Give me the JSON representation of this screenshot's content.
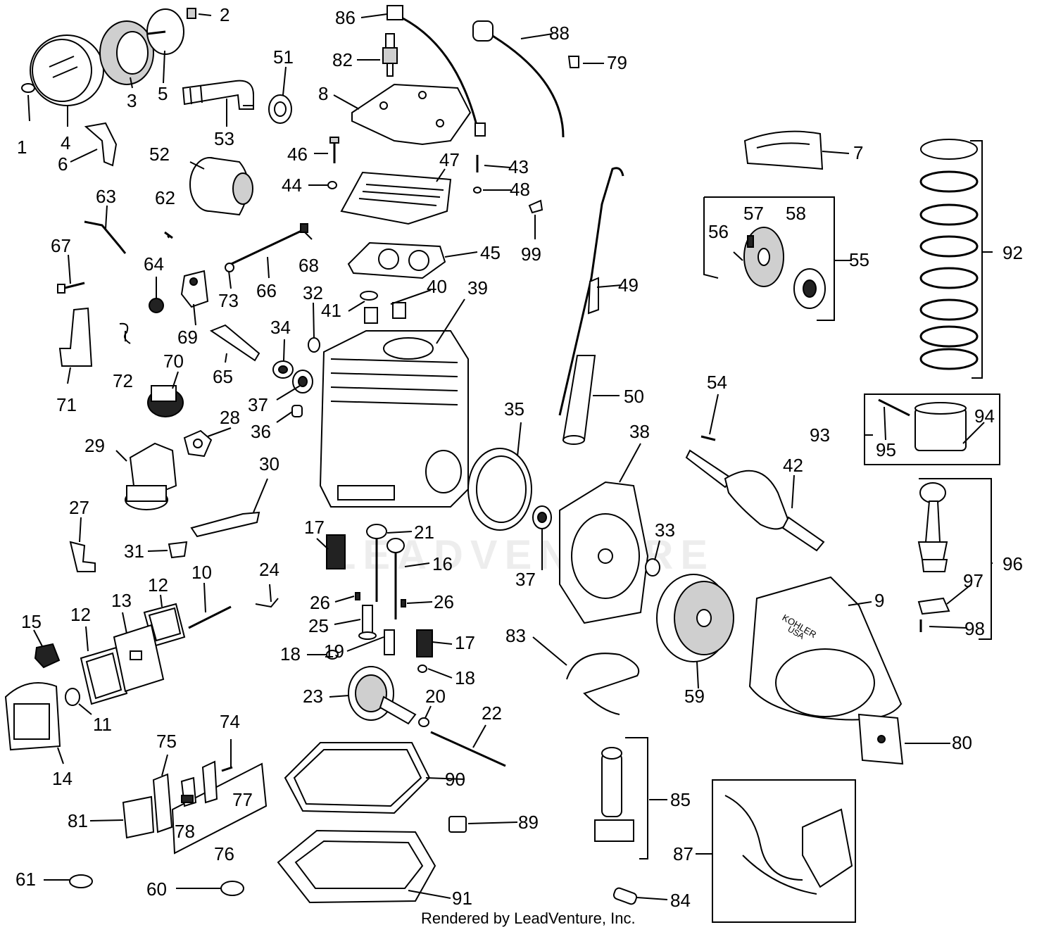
{
  "credit": "Rendered by LeadVenture, Inc.",
  "watermark": "LEADVENTURE",
  "brand_marking": [
    "KOHLER",
    "USA"
  ],
  "callouts": [
    "1",
    "2",
    "3",
    "4",
    "5",
    "6",
    "7",
    "8",
    "9",
    "10",
    "11",
    "12",
    "12",
    "13",
    "14",
    "15",
    "16",
    "17",
    "17",
    "18",
    "18",
    "19",
    "20",
    "21",
    "22",
    "23",
    "24",
    "25",
    "26",
    "26",
    "27",
    "28",
    "29",
    "30",
    "31",
    "32",
    "33",
    "34",
    "35",
    "36",
    "37",
    "37",
    "38",
    "39",
    "40",
    "41",
    "42",
    "43",
    "44",
    "45",
    "46",
    "47",
    "48",
    "49",
    "50",
    "51",
    "52",
    "53",
    "54",
    "55",
    "56",
    "57",
    "58",
    "59",
    "60",
    "61",
    "62",
    "63",
    "64",
    "65",
    "66",
    "67",
    "68",
    "69",
    "70",
    "71",
    "72",
    "73",
    "74",
    "75",
    "76",
    "77",
    "78",
    "79",
    "80",
    "81",
    "82",
    "83",
    "84",
    "85",
    "86",
    "87",
    "88",
    "89",
    "90",
    "91",
    "92",
    "93",
    "94",
    "95",
    "96",
    "97",
    "98",
    "99"
  ]
}
